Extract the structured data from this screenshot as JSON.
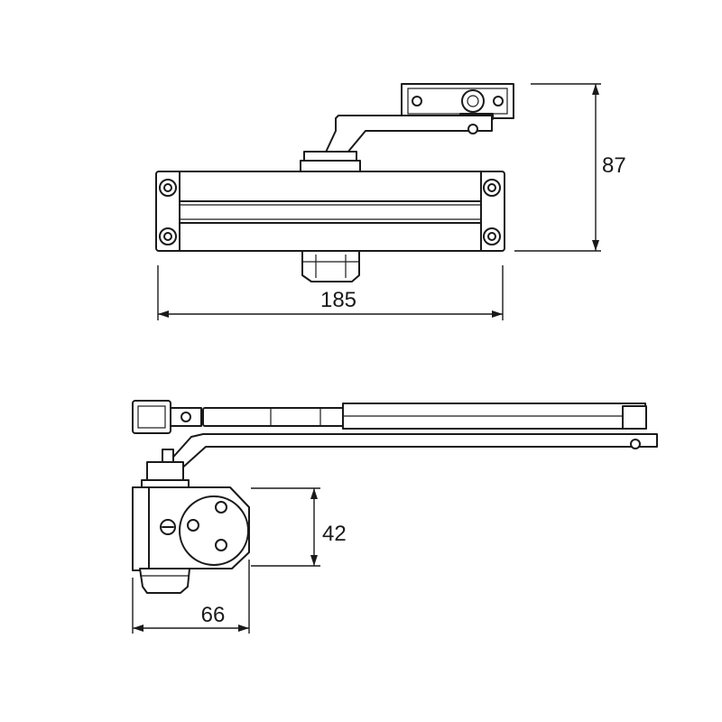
{
  "dimensions": {
    "width_top": "185",
    "height_top": "87",
    "height_side": "42",
    "width_side": "66"
  }
}
